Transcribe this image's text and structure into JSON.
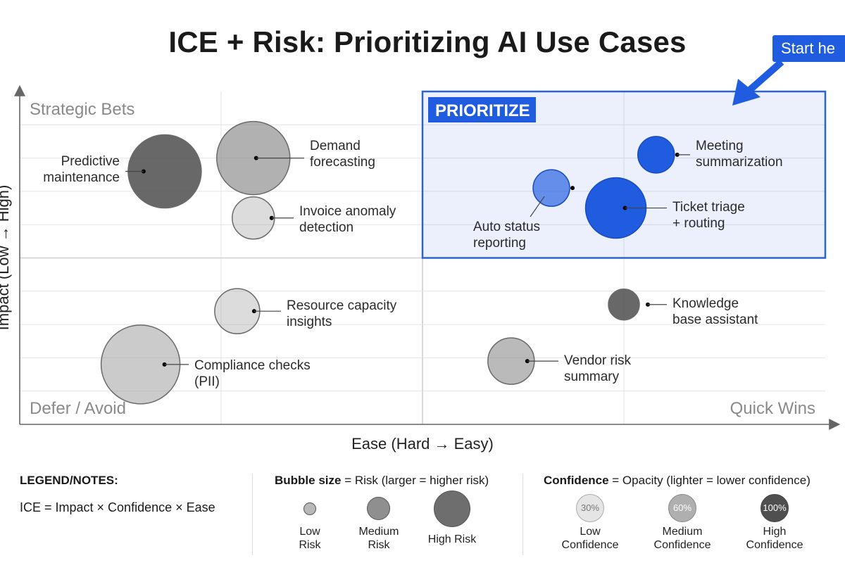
{
  "title": "ICE + Risk: Prioritizing AI Use Cases",
  "callout": {
    "label": "Start he"
  },
  "chart_data": {
    "type": "scatter",
    "title": "ICE + Risk: Prioritizing AI Use Cases",
    "xlabel": "Ease (Hard → Easy)",
    "ylabel": "Impact (Low → High)",
    "xlim": [
      0,
      1
    ],
    "ylim": [
      0,
      1
    ],
    "grid": true,
    "quadrant_labels": {
      "top_left": "Strategic Bets",
      "bottom_left": "Defer / Avoid",
      "bottom_right": "Quick Wins",
      "top_right": "PRIORITIZE"
    },
    "series": [
      {
        "label": [
          "Predictive",
          "maintenance"
        ],
        "ease": 0.18,
        "impact": 0.76,
        "risk": "high",
        "size": 52,
        "confidence": 0.85,
        "color": "#555555"
      },
      {
        "label": [
          "Demand",
          "forecasting"
        ],
        "ease": 0.29,
        "impact": 0.8,
        "risk": "high",
        "size": 52,
        "confidence": 0.55,
        "color": "#8a8a8a"
      },
      {
        "label": [
          "Invoice anomaly",
          "detection"
        ],
        "ease": 0.29,
        "impact": 0.62,
        "risk": "low",
        "size": 30,
        "confidence": 0.25,
        "color": "#b0b0b0"
      },
      {
        "label": [
          "Resource capacity",
          "insights"
        ],
        "ease": 0.27,
        "impact": 0.34,
        "risk": "low",
        "size": 32,
        "confidence": 0.25,
        "color": "#b0b0b0"
      },
      {
        "label": [
          "Compliance checks",
          "(PII)"
        ],
        "ease": 0.15,
        "impact": 0.18,
        "risk": "high",
        "size": 56,
        "confidence": 0.35,
        "color": "#9a9a9a"
      },
      {
        "label": [
          "Auto status",
          "reporting"
        ],
        "ease": 0.66,
        "impact": 0.71,
        "risk": "low",
        "size": 26,
        "confidence": 0.55,
        "color": "#1f5ce0"
      },
      {
        "label": [
          "Meeting",
          "summarization"
        ],
        "ease": 0.79,
        "impact": 0.81,
        "risk": "low",
        "size": 26,
        "confidence": 1.0,
        "color": "#1f5ce0"
      },
      {
        "label": [
          "Ticket triage",
          "+ routing"
        ],
        "ease": 0.74,
        "impact": 0.65,
        "risk": "high",
        "size": 43,
        "confidence": 1.0,
        "color": "#1f5ce0"
      },
      {
        "label": [
          "Knowledge",
          "base assistant"
        ],
        "ease": 0.75,
        "impact": 0.36,
        "risk": "low",
        "size": 22,
        "confidence": 0.85,
        "color": "#555555"
      },
      {
        "label": [
          "Vendor risk",
          "summary"
        ],
        "ease": 0.61,
        "impact": 0.19,
        "risk": "medium",
        "size": 33,
        "confidence": 0.45,
        "color": "#8a8a8a"
      }
    ]
  },
  "legend": {
    "title": "LEGEND/NOTES:",
    "ice": "ICE = Impact × Confidence × Ease",
    "size_head_bold": "Bubble size",
    "size_head_rest": " = Risk (larger = higher risk)",
    "size_items": [
      {
        "label1": "Low",
        "label2": "Risk"
      },
      {
        "label1": "Medium",
        "label2": "Risk"
      },
      {
        "label1": "High Risk",
        "label2": ""
      }
    ],
    "conf_head_bold": "Confidence",
    "conf_head_rest": " = Opacity (lighter = lower confidence)",
    "conf_items": [
      {
        "pct": "30%",
        "label1": "Low",
        "label2": "Confidence"
      },
      {
        "pct": "60%",
        "label1": "Medium",
        "label2": "Confidence"
      },
      {
        "pct": "100%",
        "label1": "High",
        "label2": "Confidence"
      }
    ]
  }
}
